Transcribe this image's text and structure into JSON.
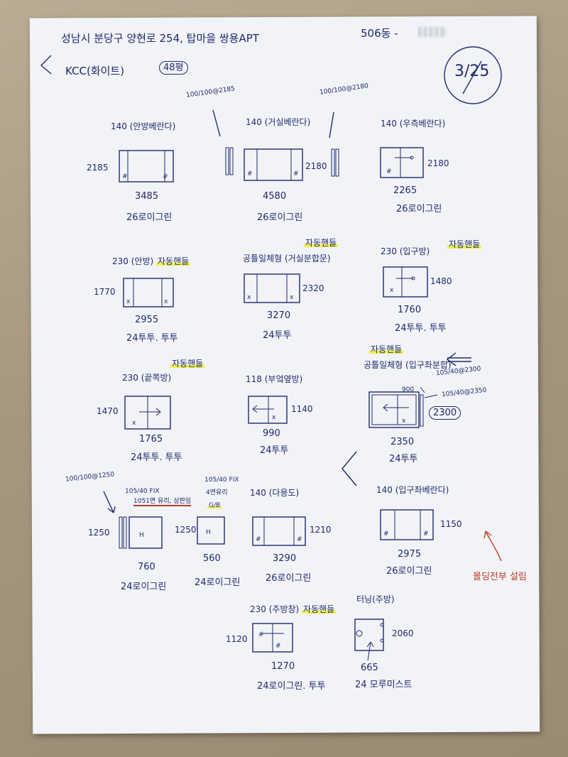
{
  "header": {
    "address": "성남시 분당구 양현로 254, 탑마을 쌍용APT",
    "unit": "506동 -",
    "brand": "KCC(화이트)",
    "size": "48평",
    "page": "3/25"
  },
  "markers": {
    "length_1": "100/100@2185",
    "length_2": "100/100@2180",
    "length_3": "100/100@1250",
    "length_4": "105/40@2300",
    "length_5": "105/40@2350",
    "fix_1": "105/40 FIX",
    "fix_1_note": "1051면 유리, 상판임",
    "fix_2": "105/40 FIX",
    "fix_2_note": "4면유리",
    "fix_2_code": "G/B",
    "oval_2300": "2300",
    "dim_900": "900",
    "red_note": "몰딩전부 설림"
  },
  "windows": [
    {
      "title": "140 (안방베란다)",
      "height": "2185",
      "width": "3485",
      "spec": "26로이그린"
    },
    {
      "title": "140 (거실베란다)",
      "height": "2180",
      "width": "4580",
      "spec": "26로이그린"
    },
    {
      "title": "140 (우측베란다)",
      "height": "2180",
      "width": "2265",
      "spec": "26로이그린"
    },
    {
      "title": "230 (안방)",
      "tag": "자동핸들",
      "height": "1770",
      "width": "2955",
      "spec": "24투투. 투투"
    },
    {
      "title": "공틀일체형 (거실분합문)",
      "tag": "자동핸들",
      "height": "2320",
      "width": "3270",
      "spec": "24투투"
    },
    {
      "title": "230 (입구방)",
      "tag": "자동핸들",
      "height": "1480",
      "width": "1760",
      "spec": "24투투. 투투"
    },
    {
      "title": "230 (끝쪽방)",
      "tag": "자동핸들",
      "height": "1470",
      "width": "1765",
      "spec": "24투투. 투투"
    },
    {
      "title": "118 (부엌옆방)",
      "height": "1140",
      "width": "990",
      "spec": "24투투"
    },
    {
      "title": "공틀일체형 (입구좌분합)",
      "tag": "자동핸들",
      "width": "2350",
      "spec": "24투투"
    },
    {
      "height": "1250",
      "width": "760",
      "spec": "24로이그린"
    },
    {
      "height": "1250",
      "width": "560",
      "spec": "24로이그린"
    },
    {
      "title": "140 (다용도)",
      "height": "1210",
      "width": "3290",
      "spec": "26로이그린"
    },
    {
      "title": "140 (입구좌베란다)",
      "height": "1150",
      "width": "2975",
      "spec": "26로이그린"
    },
    {
      "title": "230 (주방창)",
      "tag": "자동핸들",
      "height": "1120",
      "width": "1270",
      "spec": "24로이그린. 투투"
    },
    {
      "title": "터닝(주방)",
      "height": "2060",
      "width": "665",
      "spec": "24 모루미스트"
    }
  ]
}
